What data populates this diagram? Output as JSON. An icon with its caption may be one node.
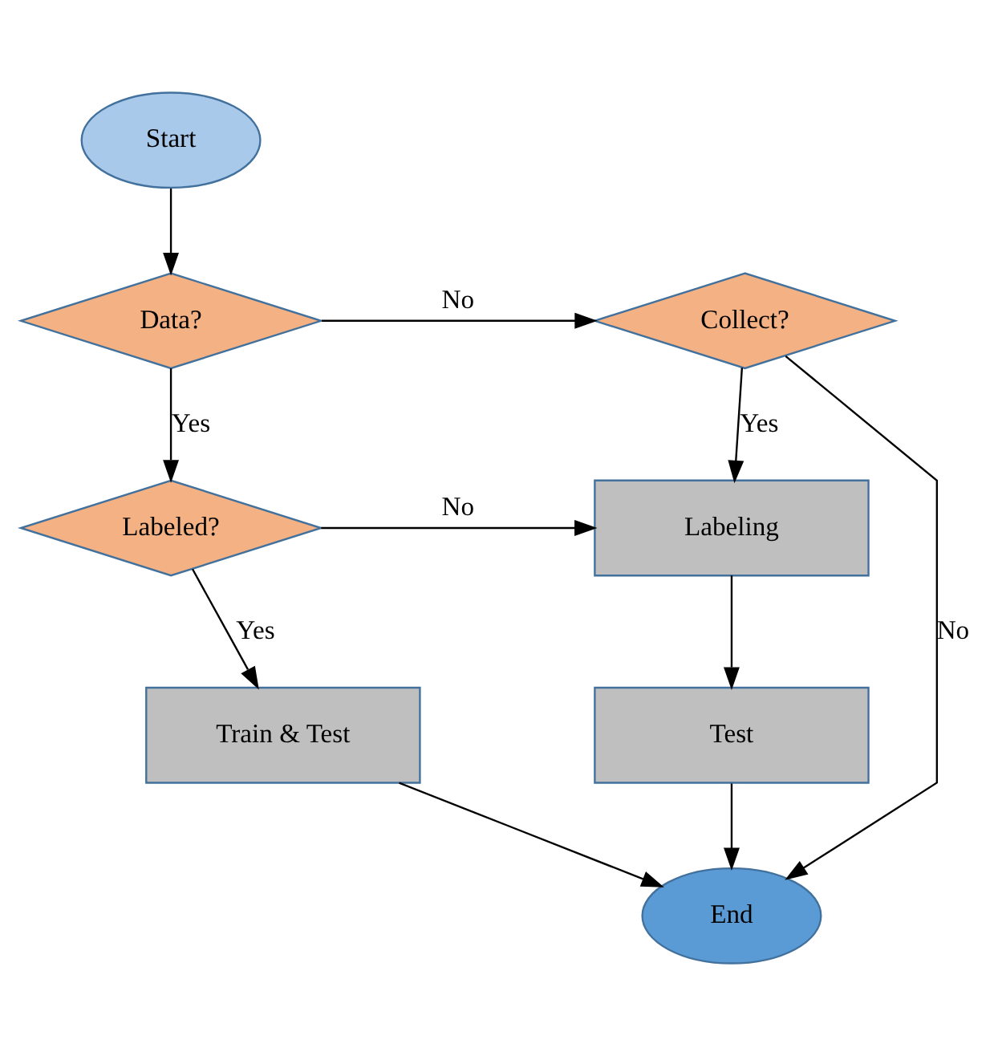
{
  "diagram": {
    "nodes": [
      {
        "text": [
          "Start"
        ]
      },
      {
        "text": [
          "Data?"
        ]
      },
      {
        "text": [
          "Collect?"
        ]
      },
      {
        "text": [
          "Labeled?"
        ]
      },
      {
        "text": [
          "Labeling"
        ]
      },
      {
        "text": [
          "Train & Test"
        ]
      },
      {
        "text": [
          "Test"
        ]
      },
      {
        "text": [
          "End"
        ]
      }
    ],
    "edges": [
      {
        "from": 0,
        "to": 1,
        "arrow": "to"
      },
      {
        "from": 1,
        "to": 2,
        "arrow": "to",
        "label": "No"
      },
      {
        "from": 1,
        "to": 3,
        "arrow": "to",
        "label": "Yes"
      },
      {
        "from": 2,
        "to": 4,
        "arrow": "to",
        "label": "Yes"
      },
      {
        "from": 2,
        "to": 7,
        "arrow": "to",
        "label": "No"
      },
      {
        "from": 3,
        "to": 4,
        "arrow": "to",
        "label": "No"
      },
      {
        "from": 3,
        "to": 5,
        "arrow": "to",
        "label": "Yes"
      },
      {
        "from": 4,
        "to": 6,
        "arrow": "to"
      },
      {
        "from": 5,
        "to": 7,
        "arrow": "to"
      },
      {
        "from": 6,
        "to": 7,
        "arrow": "to"
      }
    ]
  }
}
